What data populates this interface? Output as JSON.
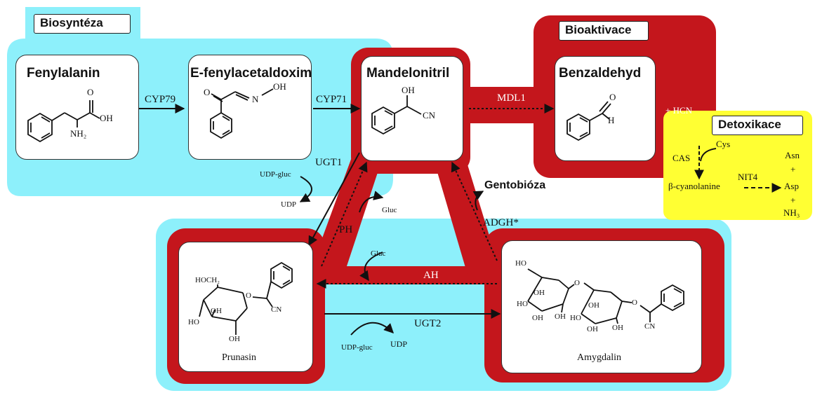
{
  "sections": {
    "biosynthesis": "Biosyntéza",
    "bioactivation": "Bioaktivace",
    "detoxification": "Detoxikace"
  },
  "compounds": {
    "phenylalanine": "Fenylalanin",
    "phenylacetaldoxime": "E-fenylacetaldoxim",
    "mandelonitrile": "Mandelonitril",
    "benzaldehyde": "Benzaldehyd",
    "prunasin": "Prunasin",
    "amygdalin": "Amygdalin"
  },
  "atoms": {
    "o": "O",
    "oh": "OH",
    "n": "N",
    "cn": "CN",
    "h": "H",
    "nh2": "NH₂",
    "hoch2": "HOCH₂",
    "ho": "HO"
  },
  "enzymes": {
    "cyp79": "CYP79",
    "cyp71": "CYP71",
    "mdl1": "MDL1",
    "ugt1": "UGT1",
    "ugt2": "UGT2",
    "ph": "PH",
    "ah": "AH",
    "adgh": "ADGH*",
    "cas": "CAS",
    "nit4": "NIT4"
  },
  "cofactors": {
    "udp_gluc_1": "UDP-gluc",
    "udp_1": "UDP",
    "udp_gluc_2": "UDP-gluc",
    "udp_2": "UDP",
    "gluc_1": "Gluc",
    "gluc_2": "Gluc",
    "gentobiose": "Gentobióza",
    "hcn": "+ HCN"
  },
  "detox": {
    "cys": "Cys",
    "cyanoalanine": "β-cyanolanine",
    "asn": "Asn",
    "plus1": "+",
    "asp": "Asp",
    "plus2": "+",
    "nh3": "NH₃"
  },
  "colors": {
    "cyan": "#8df0fb",
    "red": "#c4161c",
    "yellow": "#ffff33",
    "black": "#111111"
  }
}
